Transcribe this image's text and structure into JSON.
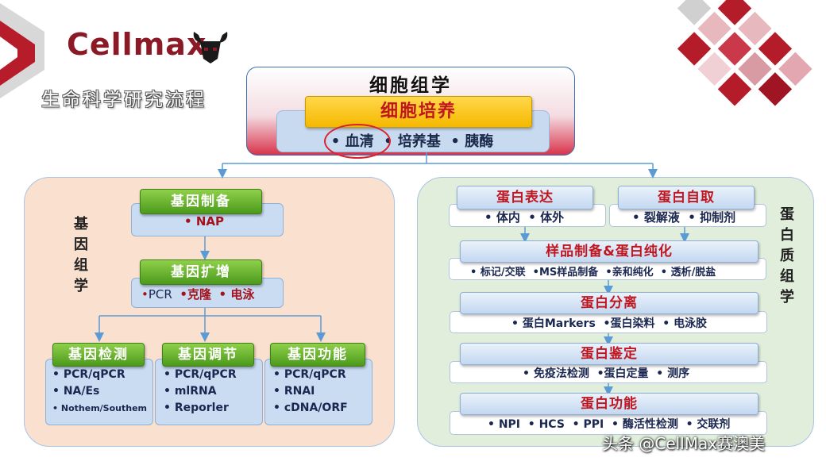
{
  "logo": {
    "text": "Cellmax"
  },
  "header": {
    "subtitle": "生命科学研究流程"
  },
  "top": {
    "title": "细胞组学",
    "culture": "细胞培养",
    "items": [
      "血清",
      "培养基",
      "胰酶"
    ]
  },
  "genomics": {
    "label": [
      "基",
      "因",
      "组",
      "学"
    ],
    "prep": {
      "title": "基因制备",
      "items": [
        "NAP"
      ]
    },
    "amp": {
      "title": "基因扩增",
      "items": [
        "PCR",
        "克隆",
        "电泳"
      ]
    },
    "detect": {
      "title": "基因检测",
      "items": [
        "PCR/qPCR",
        "NA/Es",
        "Nothem/Southem"
      ]
    },
    "regulate": {
      "title": "基因调节",
      "items": [
        "PCR/qPCR",
        "mlRNA",
        "Reporler"
      ]
    },
    "function": {
      "title": "基因功能",
      "items": [
        "PCR/qPCR",
        "RNAI",
        "cDNA/ORF"
      ]
    }
  },
  "proteomics": {
    "label": [
      "蛋",
      "白",
      "质",
      "组",
      "学"
    ],
    "expr": {
      "title": "蛋白表达",
      "items": [
        "体内",
        "体外"
      ]
    },
    "extract": {
      "title": "蛋白自取",
      "items": [
        "裂解液",
        "抑制剂"
      ]
    },
    "purify": {
      "title": "样品制备&蛋白纯化",
      "items": [
        "标记/交联",
        "MS样品制备",
        "亲和纯化",
        "透析/脱盐"
      ]
    },
    "separate": {
      "title": "蛋白分离",
      "items": [
        "蛋白Markers",
        "蛋白染料",
        "电泳胶"
      ]
    },
    "identify": {
      "title": "蛋白鉴定",
      "items": [
        "免疫法检测",
        "蛋白定量",
        "测序"
      ]
    },
    "function": {
      "title": "蛋白功能",
      "items": [
        "NPI",
        "HCS",
        "PPI",
        "酶活性检测",
        "交联剂"
      ]
    }
  },
  "watermark": "头条 @CellMax赛澳美",
  "colors": {
    "brand": "#8b1a26",
    "culture_bar": "#f5b800",
    "gene_header": "#5aaa22",
    "left_panel": "#fae0cf",
    "right_panel": "#e1eedb",
    "highlight": "#d9232e"
  }
}
